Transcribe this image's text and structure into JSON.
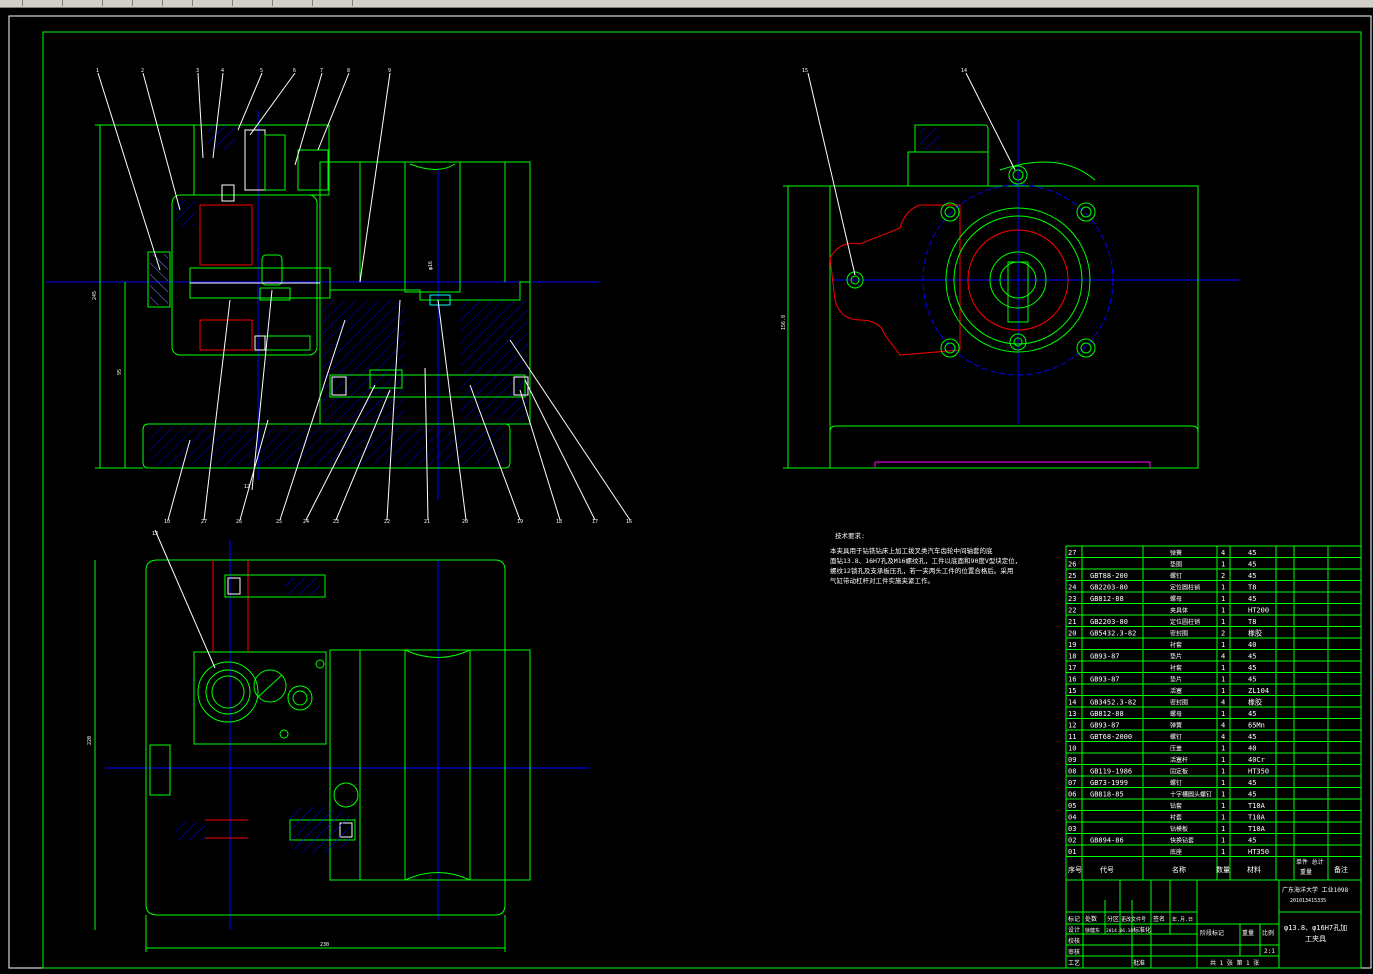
{
  "notes": {
    "title": "技术要求:",
    "lines": [
      "本夹具用于钻铣钻床上加工拨叉类汽车齿轮中间轴套的底",
      "面钻13.8、16H7孔及M16螺纹孔，工件以底面和90度V型块定位，",
      "螺纹12锁孔及支承板压孔，若一夹两头工件的位置合格后。采用",
      "气缸带动杠杆对工件实施夹紧工作。"
    ]
  },
  "bom": {
    "rows": [
      {
        "no": "27",
        "code": "",
        "name": "弹簧",
        "qty": "4",
        "mat": "45"
      },
      {
        "no": "26",
        "code": "",
        "name": "垫圈",
        "qty": "1",
        "mat": "45"
      },
      {
        "no": "25",
        "code": "GBT88-200",
        "name": "螺钉",
        "qty": "2",
        "mat": "45"
      },
      {
        "no": "24",
        "code": "GB2203-80",
        "name": "定位圆柱销",
        "qty": "1",
        "mat": "T8"
      },
      {
        "no": "23",
        "code": "GB812-88",
        "name": "螺母",
        "qty": "1",
        "mat": "45"
      },
      {
        "no": "22",
        "code": "",
        "name": "夹具体",
        "qty": "1",
        "mat": "HT200"
      },
      {
        "no": "21",
        "code": "GB2203-80",
        "name": "定位圆柱销",
        "qty": "1",
        "mat": "T8"
      },
      {
        "no": "20",
        "code": "GB5432.3-82",
        "name": "密封圈",
        "qty": "2",
        "mat": "橡胶"
      },
      {
        "no": "19",
        "code": "",
        "name": "衬套",
        "qty": "1",
        "mat": "40"
      },
      {
        "no": "18",
        "code": "GB93-87",
        "name": "垫片",
        "qty": "4",
        "mat": "45"
      },
      {
        "no": "17",
        "code": "",
        "name": "衬套",
        "qty": "1",
        "mat": "45"
      },
      {
        "no": "16",
        "code": "GB93-87",
        "name": "垫片",
        "qty": "1",
        "mat": "45"
      },
      {
        "no": "15",
        "code": "",
        "name": "活塞",
        "qty": "1",
        "mat": "ZL104"
      },
      {
        "no": "14",
        "code": "GB3452.3-82",
        "name": "密封圈",
        "qty": "4",
        "mat": "橡胶"
      },
      {
        "no": "13",
        "code": "GB812-88",
        "name": "螺母",
        "qty": "1",
        "mat": "45"
      },
      {
        "no": "12",
        "code": "GB93-87",
        "name": "弹簧",
        "qty": "4",
        "mat": "65Mn"
      },
      {
        "no": "11",
        "code": "GBT68-2000",
        "name": "螺钉",
        "qty": "4",
        "mat": "45"
      },
      {
        "no": "10",
        "code": "",
        "name": "压盖",
        "qty": "1",
        "mat": "40"
      },
      {
        "no": "09",
        "code": "",
        "name": "活塞杆",
        "qty": "1",
        "mat": "40Cr"
      },
      {
        "no": "08",
        "code": "GB119-1986",
        "name": "固定板",
        "qty": "1",
        "mat": "HT350"
      },
      {
        "no": "07",
        "code": "GB73-1999",
        "name": "螺钉",
        "qty": "1",
        "mat": "45"
      },
      {
        "no": "06",
        "code": "GB818-85",
        "name": "十字槽圆头螺钉",
        "qty": "1",
        "mat": "45"
      },
      {
        "no": "05",
        "code": "",
        "name": "钻套",
        "qty": "1",
        "mat": "T10A"
      },
      {
        "no": "04",
        "code": "",
        "name": "衬套",
        "qty": "1",
        "mat": "T10A"
      },
      {
        "no": "03",
        "code": "",
        "name": "钻模板",
        "qty": "1",
        "mat": "T10A"
      },
      {
        "no": "02",
        "code": "GB894-86",
        "name": "快换钻套",
        "qty": "1",
        "mat": "45"
      },
      {
        "no": "01",
        "code": "",
        "name": "底座",
        "qty": "1",
        "mat": "HT350"
      }
    ],
    "header": {
      "no": "序号",
      "code": "代号",
      "name": "名称",
      "qty": "数量",
      "mat": "材料",
      "weight": "单件 总计",
      "weight2": "重量",
      "remark": "备注"
    }
  },
  "titleblock": {
    "school": "广东海洋大学 工业1098",
    "student": "201013415335",
    "drawing_name": "φ13.8、φ16H7孔加",
    "drawing_name2": "工夹具",
    "mark_label": "标记",
    "count_label": "处数",
    "zone_label": "分区",
    "change_label": "更改文件号",
    "sign_label": "签名",
    "date_label": "年.月.日",
    "design_label": "设计",
    "designer": "徐健东",
    "design_date": "2014.06.18",
    "std_label": "标准化",
    "check_label": "校核",
    "audit_label": "审核",
    "process_label": "工艺",
    "approve_label": "批准",
    "stage_label": "阶段标记",
    "weight_label": "重量",
    "scale_label": "比例",
    "scale": "2:1",
    "sheet": "共 1 张  第 1 张"
  }
}
